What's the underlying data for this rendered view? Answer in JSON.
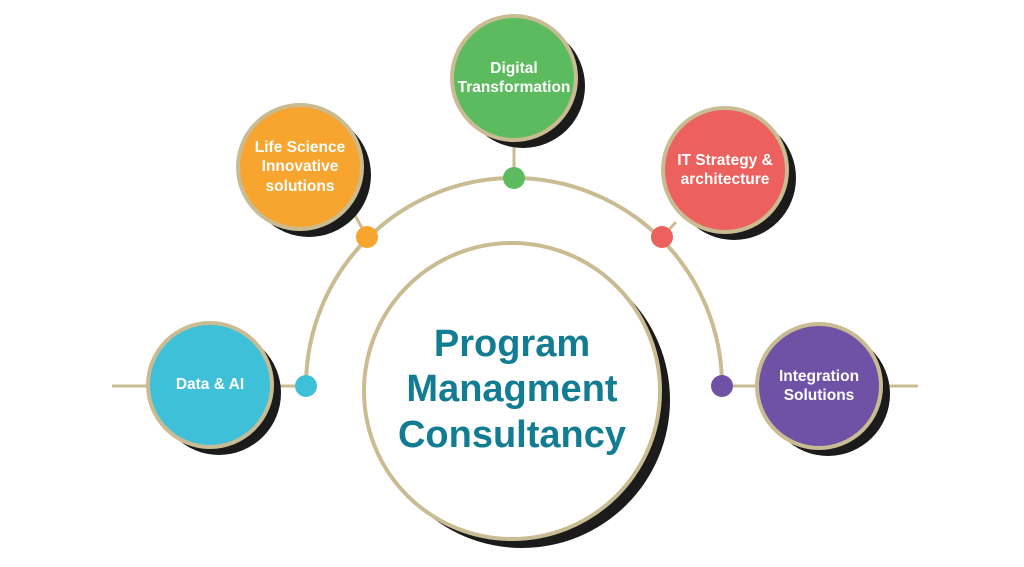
{
  "center": {
    "title": "Program\nManagment\nConsultancy",
    "text_color": "#127c93"
  },
  "colors": {
    "ring": "#c9bc93",
    "shadow": "#1b1b1b"
  },
  "nodes": [
    {
      "id": "data-ai",
      "label": "Data & AI",
      "color": "#3ec1d8"
    },
    {
      "id": "life-science",
      "label": "Life Science\nInnovative\nsolutions",
      "color": "#f7a52f"
    },
    {
      "id": "digital-transformation",
      "label": "Digital\nTransformation",
      "color": "#5dbb5f"
    },
    {
      "id": "it-strategy",
      "label": "IT Strategy &\narchitecture",
      "color": "#ec605e"
    },
    {
      "id": "integration",
      "label": "Integration\nSolutions",
      "color": "#6f52a5"
    }
  ]
}
